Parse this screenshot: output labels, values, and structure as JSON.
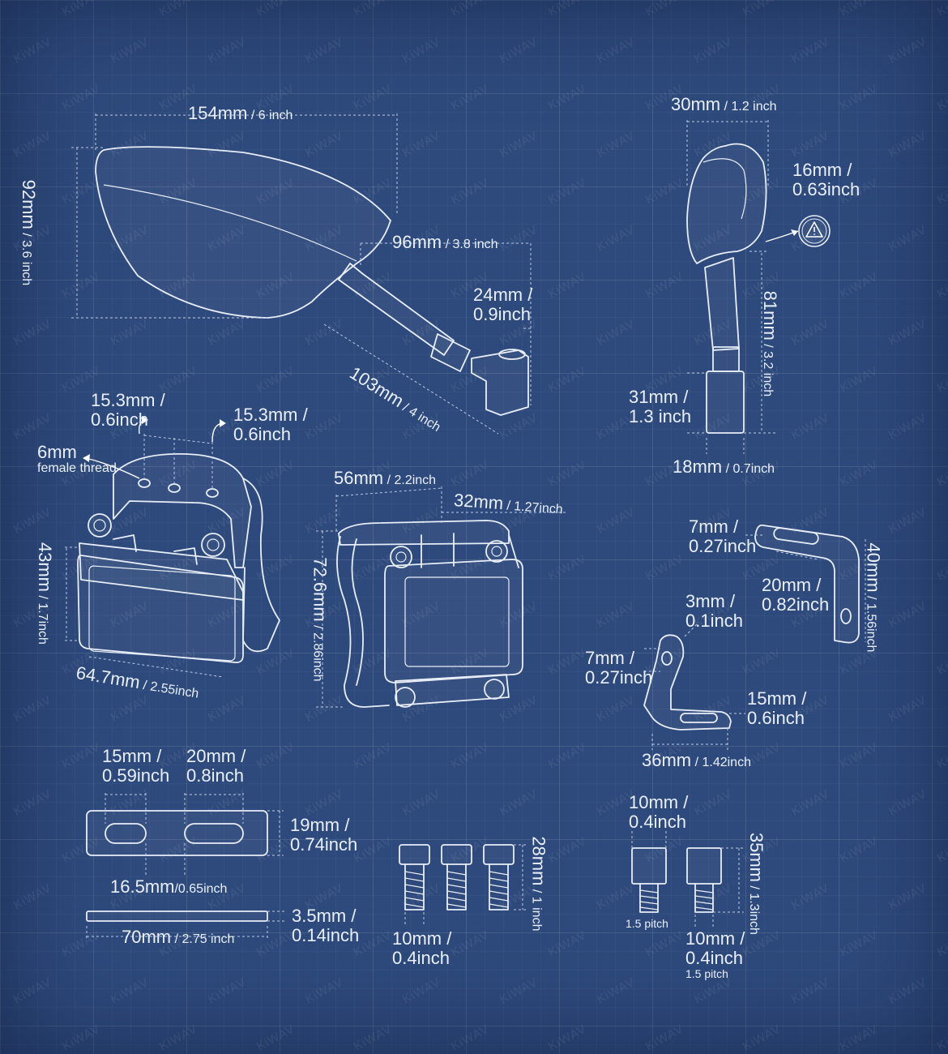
{
  "watermark": "KiWAV",
  "colors": {
    "background": "#2e4a7c",
    "line": "#e8eef8",
    "text": "#e9f0fb"
  },
  "mirror_front": {
    "width_mm": "154mm",
    "width_in": "/ 6 inch",
    "height_mm": "92mm",
    "height_in": "/ 3.6 inch",
    "offset_mm": "96mm",
    "offset_in": "/ 3.8 inch",
    "base_mm": "24mm /",
    "base_in": "0.9inch",
    "stem_mm": "103mm",
    "stem_in": "/ 4 inch"
  },
  "mirror_side": {
    "width_mm": "30mm",
    "width_in": "/ 1.2 inch",
    "depth_mm": "16mm /",
    "depth_in": "0.63inch",
    "warning_icon": "warning-triangle-icon",
    "height_mm": "81mm",
    "height_in": "/ 3.2 inch",
    "adapter_mm": "31mm /",
    "adapter_in": "1.3 inch",
    "adapter_w_mm": "18mm",
    "adapter_w_in": "/ 0.7inch"
  },
  "clamp_a": {
    "hole1_mm": "15.3mm /",
    "hole1_in": "0.6inch",
    "hole2_mm": "15.3mm /",
    "hole2_in": "0.6inch",
    "thread_mm": "6mm",
    "thread_label": "female thread",
    "height_mm": "43mm",
    "height_in": "/ 1.7inch",
    "width_mm": "64.7mm",
    "width_in": "/ 2.55inch"
  },
  "clamp_b": {
    "width_mm": "56mm",
    "width_in": "/ 2.2inch",
    "depth_mm": "32mm",
    "depth_in": "/ 1.27inch",
    "height_mm": "72.6mm",
    "height_in": "/ 2.86inch"
  },
  "bracket_l": {
    "slot_mm": "7mm /",
    "slot_in": "0.27inch",
    "slot_len_mm": "20mm /",
    "slot_len_in": "0.82inch",
    "height_mm": "40mm",
    "height_in": "/ 1.56inch"
  },
  "bracket_z": {
    "thick_mm": "3mm /",
    "thick_in": "0.1inch",
    "hole_mm": "7mm /",
    "hole_in": "0.27inch",
    "foot_mm": "15mm /",
    "foot_in": "0.6inch",
    "length_mm": "36mm",
    "length_in": "/ 1.42inch"
  },
  "plate": {
    "slot1_mm": "15mm /",
    "slot1_in": "0.59inch",
    "slot2_mm": "20mm /",
    "slot2_in": "0.8inch",
    "height_mm": "19mm /",
    "height_in": "0.74inch",
    "spacing_mm": "16.5mm",
    "spacing_in": "/0.65inch",
    "thick_mm": "3.5mm /",
    "thick_in": "0.14inch",
    "length_mm": "70mm",
    "length_in": "/ 2.75 inch"
  },
  "bolts": {
    "length_mm": "28mm",
    "length_in": "/ 1 inch",
    "dia_mm": "10mm /",
    "dia_in": "0.4inch"
  },
  "spacers": {
    "top_mm": "10mm /",
    "top_in": "0.4inch",
    "height_mm": "35mm",
    "height_in": "/ 1.3inch",
    "pitch1": "1.5 pitch",
    "bottom_mm": "10mm /",
    "bottom_in": "0.4inch",
    "pitch2": "1.5 pitch"
  }
}
